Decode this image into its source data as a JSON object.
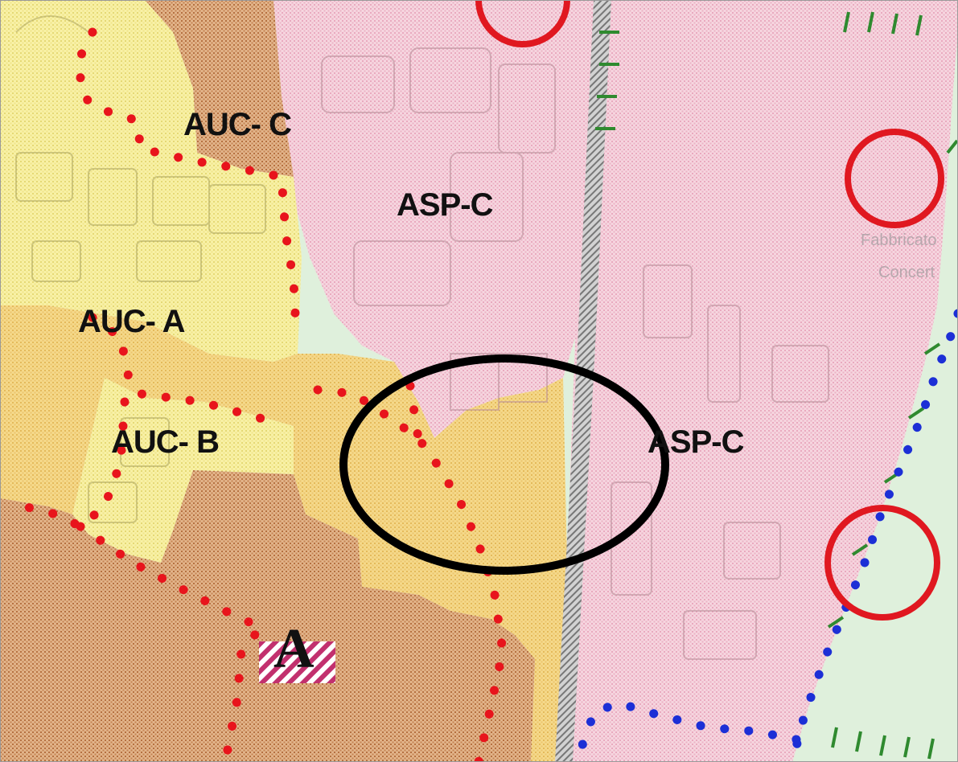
{
  "map": {
    "zone_labels": {
      "auc_c": "AUC- C",
      "asp_c_upper": "ASP-C",
      "auc_a": "AUC- A",
      "auc_b": "AUC- B",
      "asp_c_right": "ASP-C"
    },
    "marker_label": "A",
    "faded_labels": {
      "line1": "Fabbricato",
      "line2": "Concert"
    },
    "colors": {
      "pink_zone": "#f3c8d6",
      "yellow_zone": "#f7ef9a",
      "orange_zone": "#f2d27a",
      "brown_zone": "#c98b5a",
      "green_zone": "#dff0dc",
      "red_dotted_boundary": "#e8141c",
      "blue_dotted_boundary": "#1c2fd6",
      "red_circle": "#e01820",
      "black_ellipse": "#000000",
      "railway": "#8c8c8c"
    }
  }
}
